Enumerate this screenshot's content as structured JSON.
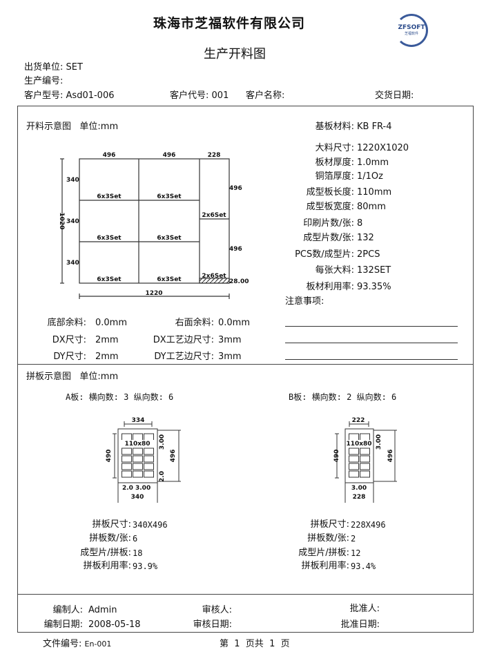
{
  "header": {
    "company": "珠海市芝福软件有限公司",
    "logo_text": "ZFSOFT",
    "logo_sub": "芝福软件",
    "title": "生产开料图"
  },
  "info": {
    "ship_unit_label": "出货单位:",
    "ship_unit": "SET",
    "prod_no_label": "生产编号:",
    "cust_model_label": "客户型号:",
    "cust_model": "Asd01-006",
    "cust_code_label": "客户代号:",
    "cust_code": "001",
    "cust_name_label": "客户名称:",
    "delivery_label": "交货日期:"
  },
  "cutting": {
    "title": "开料示意图",
    "unit": "单位:mm",
    "drawing": {
      "top_dims": [
        "496",
        "496",
        "228"
      ],
      "left_dims": [
        "340",
        "340",
        "340"
      ],
      "height": "1020",
      "width": "1220",
      "right_dims": [
        "496",
        "496"
      ],
      "waste": "28.00",
      "cell_label": "6x3Set",
      "side_label": "2x6Set"
    },
    "specs": [
      {
        "label": "基板材料:",
        "value": "KB  FR-4"
      },
      {
        "label": "大料尺寸:",
        "value": "1220X1020"
      },
      {
        "label": "板材厚度:",
        "value": "1.0mm"
      },
      {
        "label": "铜箔厚度:",
        "value": "1/1Oz"
      },
      {
        "label": "成型板长度:",
        "value": "110mm"
      },
      {
        "label": "成型板宽度:",
        "value": "80mm"
      },
      {
        "label": "印刷片数/张:",
        "value": "8"
      },
      {
        "label": "成型片数/张:",
        "value": "132"
      },
      {
        "label": "PCS数/成型片:",
        "value": "2PCS"
      },
      {
        "label": "每张大料:",
        "value": "132SET"
      },
      {
        "label": "板材利用率:",
        "value": "93.35%"
      }
    ],
    "notes_label": "注意事项:",
    "bottom_margin_label": "底部余料:",
    "bottom_margin": "0.0mm",
    "right_margin_label": "右面余料:",
    "right_margin": "0.0mm",
    "dx_label": "DX尺寸:",
    "dx": "2mm",
    "dx_edge_label": "DX工艺边尺寸:",
    "dx_edge": "3mm",
    "dy_label": "DY尺寸:",
    "dy": "2mm",
    "dy_edge_label": "DY工艺边尺寸:",
    "dy_edge": "3mm"
  },
  "panel": {
    "title": "拼板示意图",
    "unit": "单位:mm",
    "a": {
      "heading": "A板: 横向数: 3  纵向数: 6",
      "w_in": "334",
      "h_in": "490",
      "h": "496",
      "w": "340",
      "edge": "3.00",
      "gap": "2.0",
      "cell": "110x80",
      "stats": [
        {
          "label": "拼板尺寸:",
          "value": "340X496"
        },
        {
          "label": "拼板数/张:",
          "value": "6"
        },
        {
          "label": "成型片/拼板:",
          "value": "18"
        },
        {
          "label": "拼板利用率:",
          "value": "93.9%"
        }
      ]
    },
    "b": {
      "heading": "B板: 横向数: 2  纵向数: 6",
      "w_in": "222",
      "h_in": "490",
      "h": "496",
      "w": "228",
      "edge": "3.00",
      "cell": "110x80",
      "stats": [
        {
          "label": "拼板尺寸:",
          "value": "228X496"
        },
        {
          "label": "拼板数/张:",
          "value": "2"
        },
        {
          "label": "成型片/拼板:",
          "value": "12"
        },
        {
          "label": "拼板利用率:",
          "value": "93.4%"
        }
      ]
    }
  },
  "sign": {
    "editor_label": "编制人:",
    "editor": "Admin",
    "reviewer_label": "审核人:",
    "approver_label": "批准人:",
    "edit_date_label": "编制日期:",
    "edit_date": "2008-05-18",
    "review_date_label": "审核日期:",
    "approve_date_label": "批准日期:"
  },
  "footer": {
    "doc_no_label": "文件编号:",
    "doc_no": "En-001",
    "page_text": "第  1  页共  1  页"
  }
}
